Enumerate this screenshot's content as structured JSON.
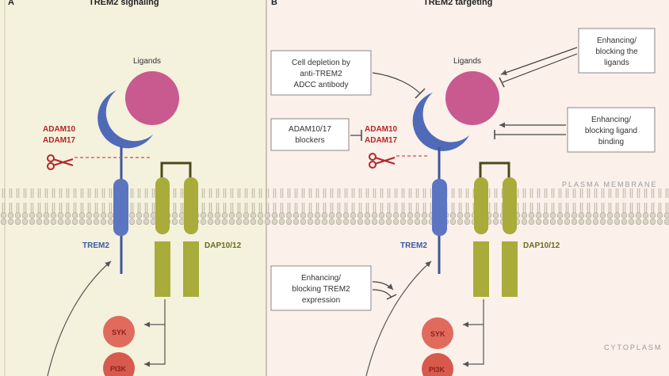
{
  "panels": {
    "a": {
      "letter": "A",
      "title": "TREM2 signaling"
    },
    "b": {
      "letter": "B",
      "title": "TREM2 targeting"
    }
  },
  "labels": {
    "ligands": "Ligands",
    "adam10": "ADAM10",
    "adam17": "ADAM17",
    "trem2": "TREM2",
    "dap": "DAP10/12",
    "syk": "SYK",
    "pi3k": "PI3K",
    "plasma_membrane": "PLASMA MEMBRANE",
    "cytoplasm": "CYTOPLASM"
  },
  "boxes": {
    "cell_depletion": [
      "Cell depletion by",
      "anti-TREM2",
      "ADCC antibody"
    ],
    "enh_block_ligands": [
      "Enhancing/",
      "blocking the",
      "ligands"
    ],
    "adam_blockers": [
      "ADAM10/17",
      "blockers"
    ],
    "enh_block_binding": [
      "Enhancing/",
      "blocking ligand",
      "binding"
    ],
    "enh_block_expression": [
      "Enhancing/",
      "blocking TREM2",
      "expression"
    ]
  },
  "colors": {
    "panel_a_bg": "#f4f1dc",
    "panel_b_bg": "#fbf0ea",
    "ligand": "#c85a8f",
    "trem2": "#4f6bb8",
    "dap": "#a9ab3a",
    "kinase": "#e06b5c",
    "adam_red": "#b3262a",
    "membrane": "#b9b3a3"
  }
}
